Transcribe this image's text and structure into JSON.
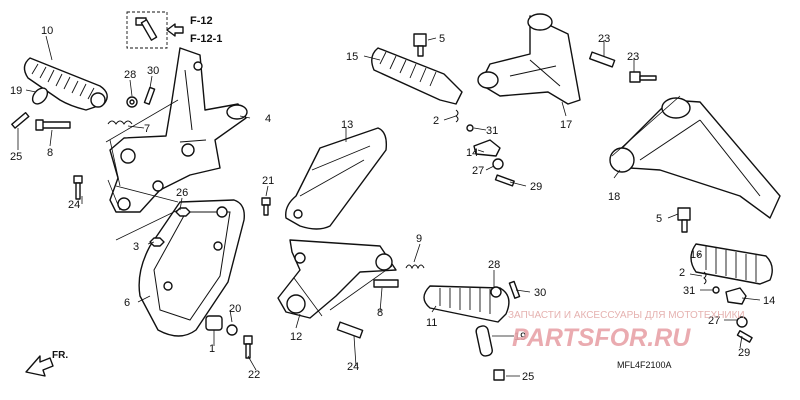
{
  "refs": {
    "a": "F-12",
    "b": "F-12-1"
  },
  "parts": [
    {
      "id": "p10a",
      "text": "10"
    },
    {
      "id": "p19a",
      "text": "19"
    },
    {
      "id": "p25a",
      "text": "25"
    },
    {
      "id": "p8a",
      "text": "8"
    },
    {
      "id": "p28a",
      "text": "28"
    },
    {
      "id": "p30a",
      "text": "30"
    },
    {
      "id": "p7",
      "text": "7"
    },
    {
      "id": "p4",
      "text": "4"
    },
    {
      "id": "p24a",
      "text": "24"
    },
    {
      "id": "p26",
      "text": "26"
    },
    {
      "id": "p3",
      "text": "3"
    },
    {
      "id": "p6",
      "text": "6"
    },
    {
      "id": "p20",
      "text": "20"
    },
    {
      "id": "p1",
      "text": "1"
    },
    {
      "id": "p22",
      "text": "22"
    },
    {
      "id": "p21",
      "text": "21"
    },
    {
      "id": "p13",
      "text": "13"
    },
    {
      "id": "p15",
      "text": "15"
    },
    {
      "id": "p5a",
      "text": "5"
    },
    {
      "id": "p2a",
      "text": "2"
    },
    {
      "id": "p31a",
      "text": "31"
    },
    {
      "id": "p14a",
      "text": "14"
    },
    {
      "id": "p27a",
      "text": "27"
    },
    {
      "id": "p29a",
      "text": "29"
    },
    {
      "id": "p17",
      "text": "17"
    },
    {
      "id": "p23a",
      "text": "23"
    },
    {
      "id": "p23b",
      "text": "23"
    },
    {
      "id": "p18",
      "text": "18"
    },
    {
      "id": "p9",
      "text": "9"
    },
    {
      "id": "p12",
      "text": "12"
    },
    {
      "id": "p8b",
      "text": "8"
    },
    {
      "id": "p24b",
      "text": "24"
    },
    {
      "id": "p28b",
      "text": "28"
    },
    {
      "id": "p30b",
      "text": "30"
    },
    {
      "id": "p11",
      "text": "11"
    },
    {
      "id": "p19b",
      "text": "19"
    },
    {
      "id": "p25b",
      "text": "25"
    },
    {
      "id": "p5b",
      "text": "5"
    },
    {
      "id": "p16",
      "text": "16"
    },
    {
      "id": "p2b",
      "text": "2"
    },
    {
      "id": "p31b",
      "text": "31"
    },
    {
      "id": "p14b",
      "text": "14"
    },
    {
      "id": "p27b",
      "text": "27"
    },
    {
      "id": "p29b",
      "text": "29"
    }
  ],
  "front_label": "FR.",
  "diagram_code": "MFL4F2100A",
  "watermark": {
    "text": "ЗАПЧАСТИ И АКСЕССУАРЫ ДЛЯ МОТОТЕХНИКИ",
    "logo": "PARTSFOR.RU"
  },
  "colors": {
    "line": "#111111",
    "watermark": "#e8a3a8"
  }
}
